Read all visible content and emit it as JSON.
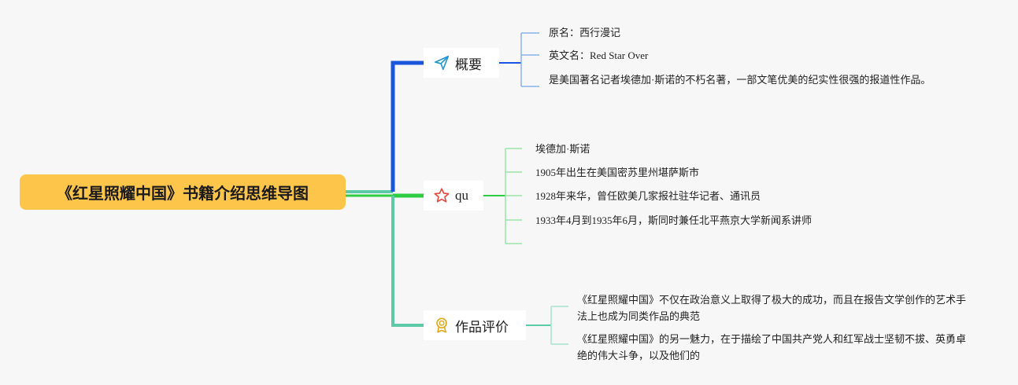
{
  "root": {
    "title": "《红星照耀中国》书籍介绍思维导图"
  },
  "branches": [
    {
      "label": "概要",
      "icon": "paper-plane-icon",
      "color": "#1a56db",
      "items": [
        "原名：西行漫记",
        "英文名：Red Star Over",
        "是美国著名记者埃德加·斯诺的不朽名著，一部文笔优美的纪实性很强的报道性作品。"
      ]
    },
    {
      "label": "qu",
      "icon": "star-icon",
      "color": "#2ecc40",
      "items": [
        "埃德加·斯诺",
        "1905年出生在美国密苏里州堪萨斯市",
        "1928年来华，曾任欧美几家报社驻华记者、通讯员",
        "1933年4月到1935年6月，斯同时兼任北平燕京大学新闻系讲师",
        ""
      ]
    },
    {
      "label": "作品评价",
      "icon": "award-ribbon-icon",
      "color": "#5cc9a7",
      "items": [
        "《红星照耀中国》不仅在政治意义上取得了极大的成功，而且在报告文学创作的艺术手法上也成为同类作品的典范",
        "《红星照耀中国》的另一魅力，在于描绘了中国共产党人和红军战士坚韧不拔、英勇卓绝的伟大斗争，以及他们的"
      ]
    }
  ]
}
